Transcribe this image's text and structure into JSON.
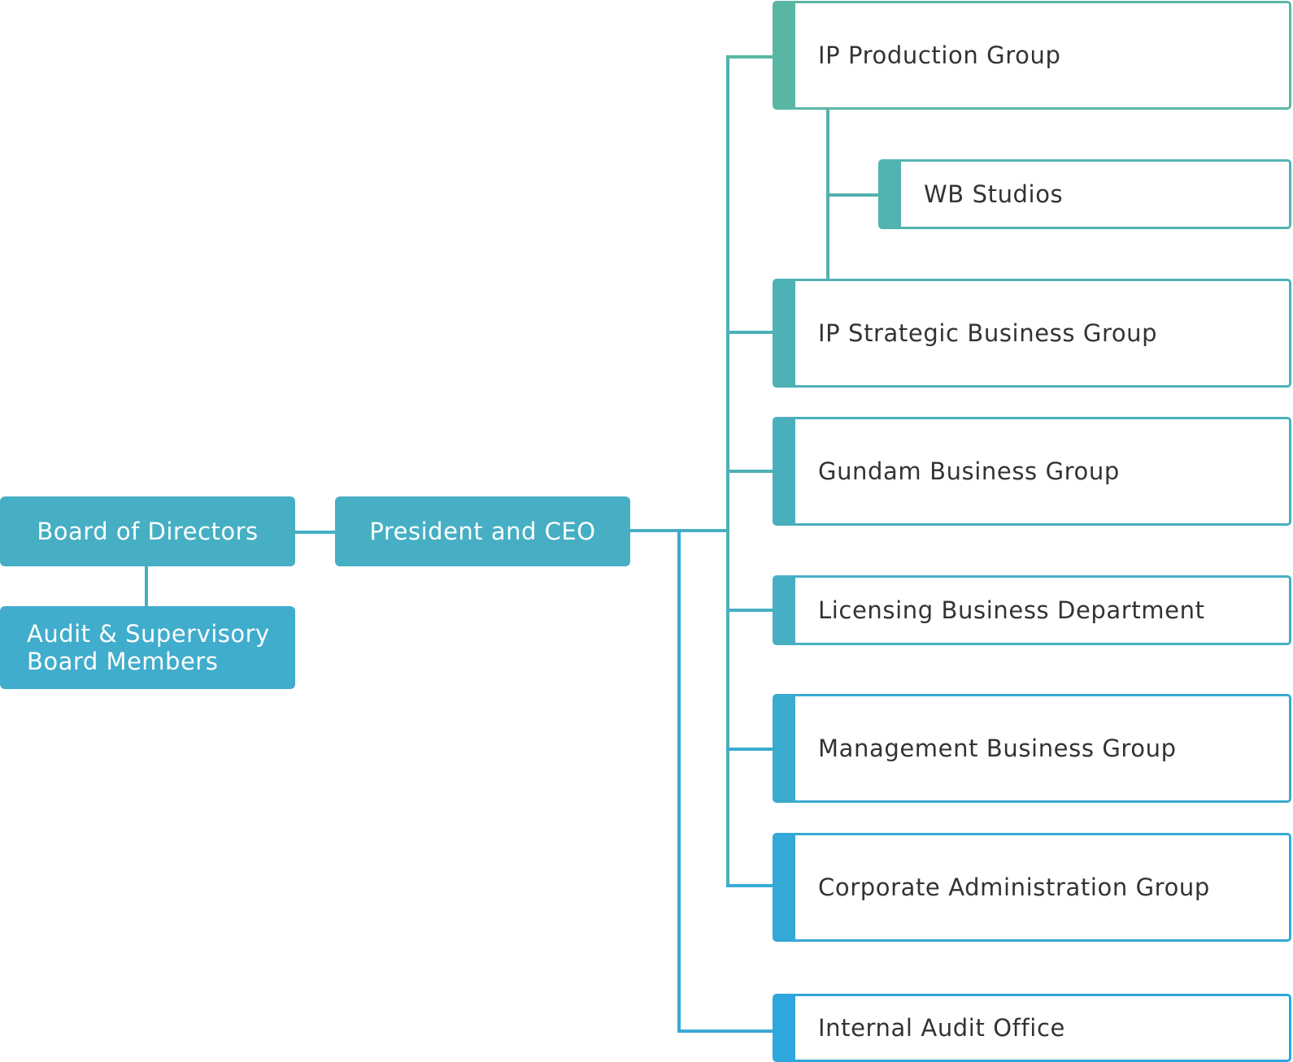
{
  "colors": {
    "teal_top": "#5ab6a4",
    "teal_mid": "#4db1b6",
    "cyan": "#46afc4",
    "blue_mid": "#3aabcf",
    "blue_bottom": "#2ea7dd",
    "board_fill": "#46afc4",
    "audit_fill": "#41adcc"
  },
  "board": {
    "label": "Board of Directors"
  },
  "audit_board": {
    "line1": "Audit & Supervisory",
    "line2": "Board Members"
  },
  "president": {
    "label": "President and CEO"
  },
  "departments": [
    {
      "label": "IP Production Group"
    },
    {
      "label": "WB Studios"
    },
    {
      "label": "IP Strategic Business Group"
    },
    {
      "label": "Gundam Business Group"
    },
    {
      "label": "Licensing Business Department"
    },
    {
      "label": "Management Business Group"
    },
    {
      "label": "Corporate Administration Group"
    },
    {
      "label": "Internal Audit Office"
    }
  ]
}
